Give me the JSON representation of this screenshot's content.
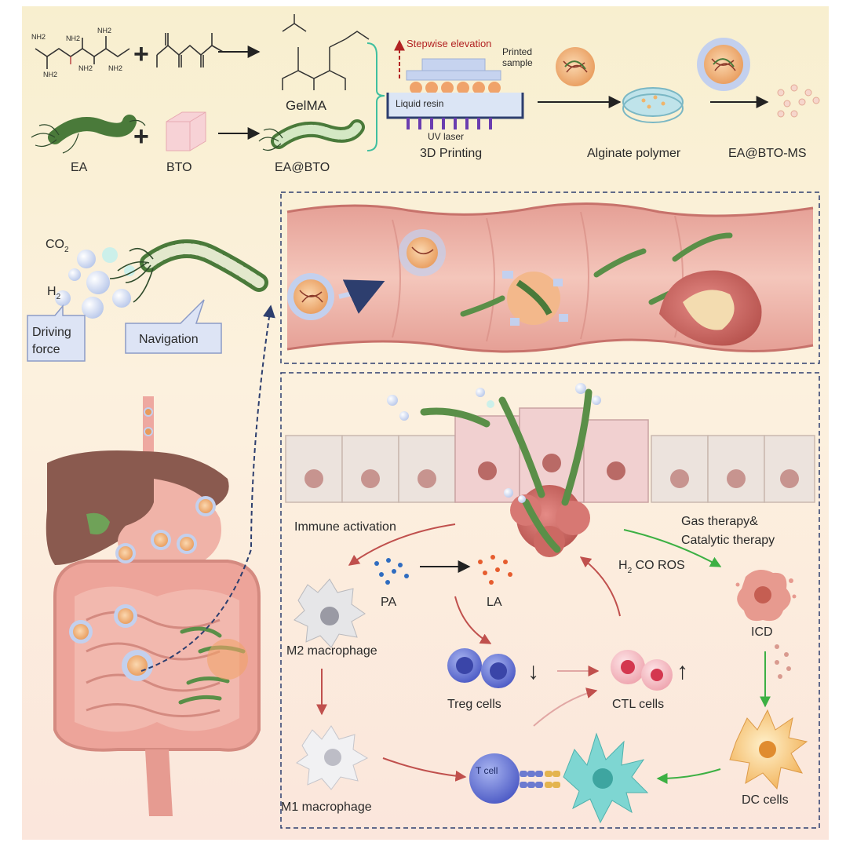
{
  "synthesis": {
    "amine_labels": [
      "NH2",
      "NH2",
      "NH2",
      "NH2",
      "NH2",
      "NH2"
    ],
    "gelma_label": "GelMA",
    "ea_label": "EA",
    "bto_label": "BTO",
    "ea_bto_label": "EA@BTO",
    "plus": "+"
  },
  "printing": {
    "stepwise_label": "Stepwise elevation",
    "printed_sample_label": "Printed sample",
    "liquid_resin_label": "Liquid resin",
    "uv_laser_label": "UV laser",
    "caption": "3D Printing",
    "alginate_label": "Alginate polymer",
    "product_label": "EA@BTO-MS"
  },
  "locomotion": {
    "co2_label": "CO",
    "co2_sub": "2",
    "h2_label": "H",
    "h2_sub": "2",
    "driving_force_label": "Driving force",
    "navigation_label": "Navigation"
  },
  "immune": {
    "immune_activation_label": "Immune activation",
    "gas_therapy_label": "Gas therapy&",
    "catalytic_therapy_label": "Catalytic therapy",
    "ros_label_h": "H",
    "ros_label_sub": "2",
    "ros_label_rest": " CO ROS",
    "pa_label": "PA",
    "la_label": "LA",
    "m2_label": "M2 macrophage",
    "m1_label": "M1 macrophage",
    "treg_label": "Treg cells",
    "ctl_label": "CTL cells",
    "tcell_label": "T cell",
    "icd_label": "ICD",
    "dc_label": "DC cells",
    "down_arrow": "↓",
    "up_arrow": "↑"
  },
  "colors": {
    "background_top": "#f8efcf",
    "background_bottom": "#fbe8df",
    "teal_bracket": "#3fbf9f",
    "dashed_frame": "#2d3e6e",
    "red_arrow": "#c0504d",
    "green_arrow": "#3cb043",
    "intestine": "#e8a8a0",
    "bacteria_green": "#6aa84f"
  }
}
